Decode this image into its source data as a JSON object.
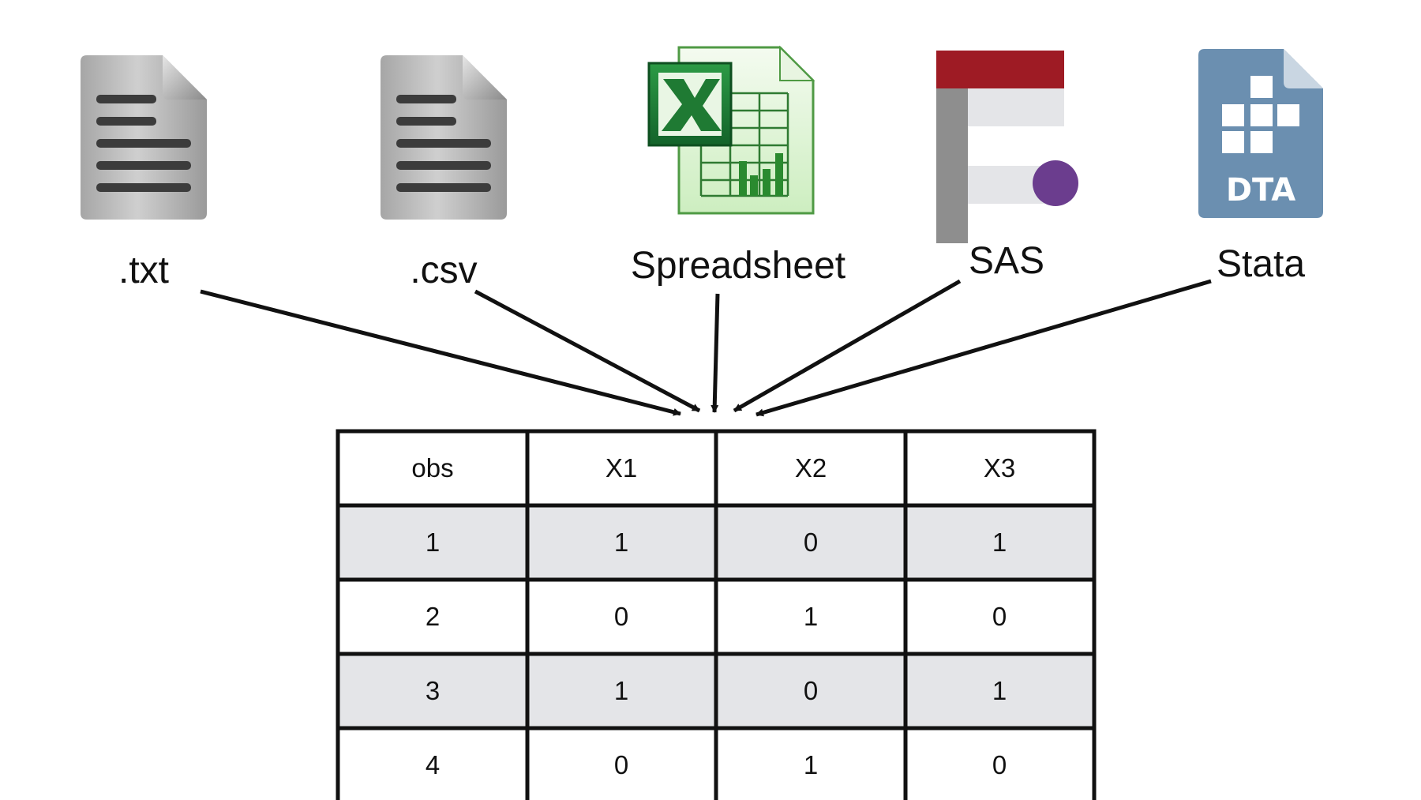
{
  "sources": [
    {
      "label": ".txt",
      "icon": "text-document-icon"
    },
    {
      "label": ".csv",
      "icon": "text-document-icon"
    },
    {
      "label": "Spreadsheet",
      "icon": "excel-spreadsheet-icon"
    },
    {
      "label": "SAS",
      "icon": "sas-logo-icon"
    },
    {
      "label": "Stata",
      "icon": "stata-dta-file-icon",
      "badge": "DTA"
    }
  ],
  "table": {
    "headers": [
      "obs",
      "X1",
      "X2",
      "X3"
    ],
    "rows": [
      [
        "1",
        "1",
        "0",
        "1"
      ],
      [
        "2",
        "0",
        "1",
        "0"
      ],
      [
        "3",
        "1",
        "0",
        "1"
      ],
      [
        "4",
        "0",
        "1",
        "0"
      ]
    ]
  },
  "colors": {
    "excel_green": "#1e7b34",
    "sas_red": "#9e1b24",
    "sas_purple": "#6b3d8e",
    "stata_blue": "#6b8fb0",
    "row_shade": "#e4e5e8",
    "line": "#111111"
  }
}
